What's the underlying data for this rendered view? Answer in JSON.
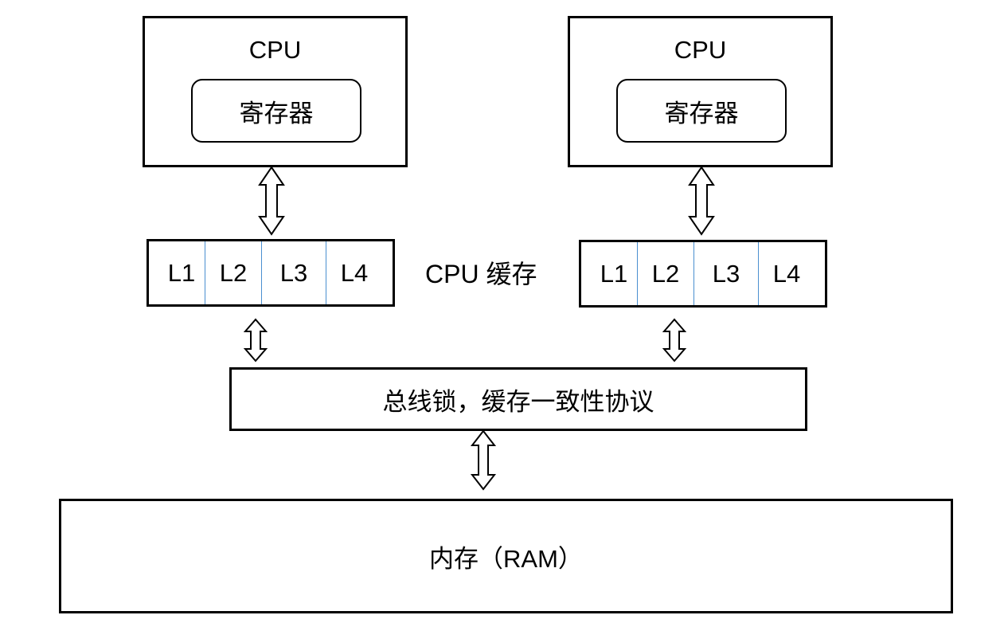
{
  "cpus": [
    {
      "title": "CPU",
      "register": "寄存器",
      "cache_levels": [
        "L1",
        "L2",
        "L3",
        "L4"
      ]
    },
    {
      "title": "CPU",
      "register": "寄存器",
      "cache_levels": [
        "L1",
        "L2",
        "L3",
        "L4"
      ]
    }
  ],
  "cache_label": "CPU 缓存",
  "bus_label": "总线锁，缓存一致性协议",
  "memory_label": "内存（RAM）",
  "colors": {
    "border": "#000000",
    "cache_divider": "#4a8fd0",
    "background": "#ffffff"
  }
}
